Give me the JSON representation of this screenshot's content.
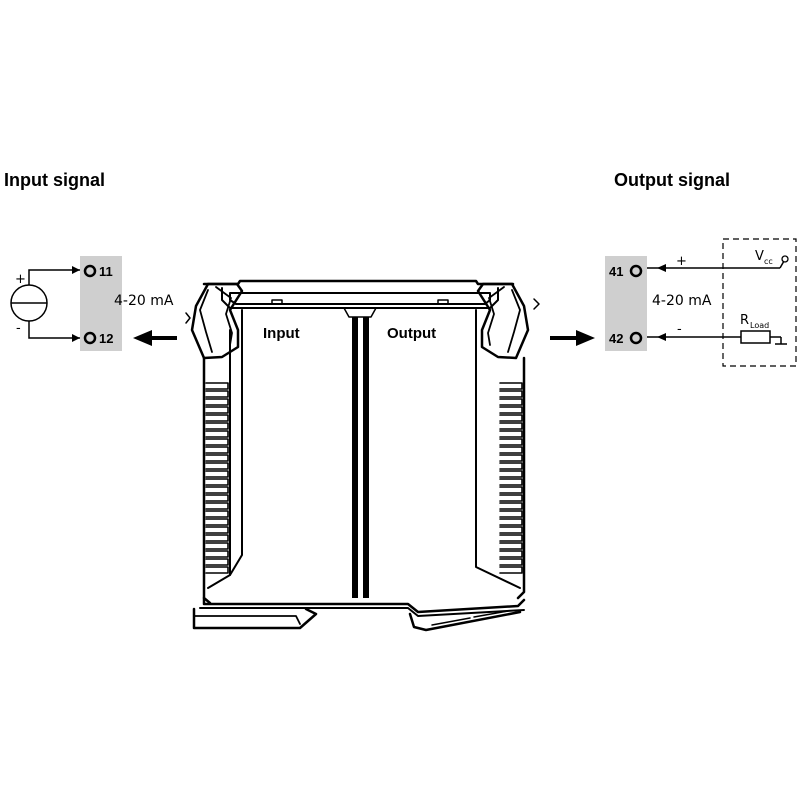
{
  "input": {
    "title": "Input signal",
    "terminal_top": "11",
    "terminal_bottom": "12",
    "current_range": "4-20 mA",
    "plus": "+",
    "minus": "-"
  },
  "output": {
    "title": "Output signal",
    "terminal_top": "41",
    "terminal_bottom": "42",
    "current_range": "4-20 mA",
    "plus": "+",
    "minus": "-",
    "vcc_main": "V",
    "vcc_sub": "cc",
    "rload_main": "R",
    "rload_sub": "Load"
  },
  "module": {
    "input_label": "Input",
    "output_label": "Output"
  },
  "colors": {
    "terminal_block": "#cfcfcf",
    "stroke": "#000000"
  }
}
